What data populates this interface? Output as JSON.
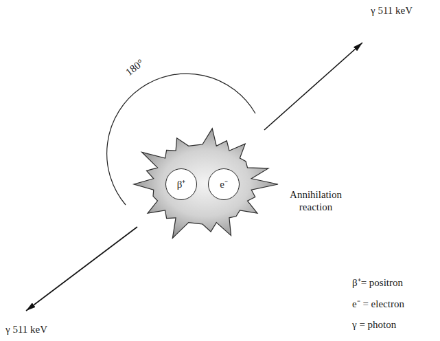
{
  "diagram": {
    "nodes": [
      {
        "text": [
          "Annihilation reaction"
        ]
      },
      {
        "text": [
          "β⁺"
        ],
        "in": 0
      },
      {
        "text": [
          "e⁻"
        ],
        "in": 0
      }
    ],
    "labels": [
      "γ 511 keV",
      "180°",
      "γ 511 keV",
      "β⁺= positron",
      "e⁻ = electron",
      "γ = photon"
    ]
  }
}
